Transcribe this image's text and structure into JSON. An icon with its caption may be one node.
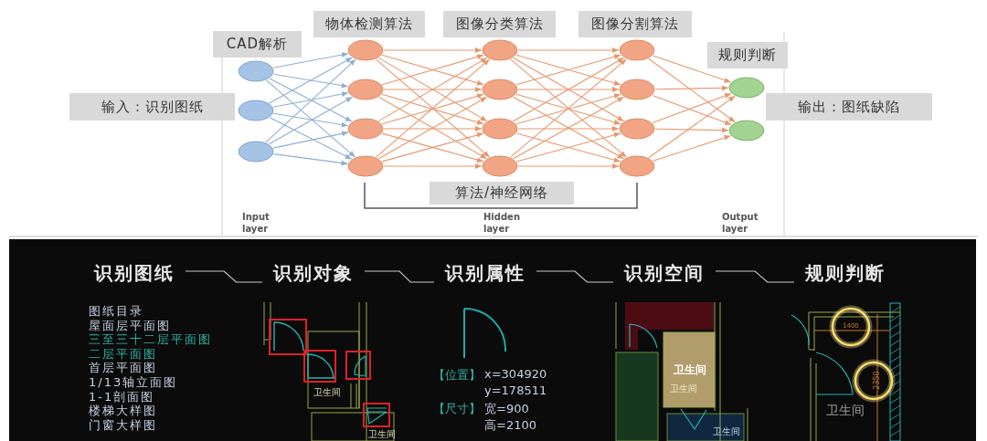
{
  "diagram": {
    "nodes": [
      {
        "text": [],
        "shape": "circle"
      },
      {
        "text": [],
        "shape": "circle"
      },
      {
        "text": [],
        "shape": "circle"
      },
      {
        "text": [],
        "shape": "circle"
      },
      {
        "text": [],
        "shape": "circle"
      },
      {
        "text": [],
        "shape": "circle"
      },
      {
        "text": [],
        "shape": "circle"
      },
      {
        "text": [],
        "shape": "circle"
      },
      {
        "text": [],
        "shape": "circle"
      },
      {
        "text": [],
        "shape": "circle"
      },
      {
        "text": [],
        "shape": "circle"
      },
      {
        "text": [],
        "shape": "circle"
      },
      {
        "text": [],
        "shape": "circle"
      },
      {
        "text": [],
        "shape": "circle"
      },
      {
        "text": [],
        "shape": "circle"
      },
      {
        "text": [],
        "shape": "circle"
      },
      {
        "text": [],
        "shape": "circle"
      },
      {
        "text": [
          "CAD解析"
        ]
      },
      {
        "text": [
          "物体检测算法"
        ]
      },
      {
        "text": [
          "图像分类算法"
        ]
      },
      {
        "text": [
          "图像分割算法"
        ]
      },
      {
        "text": [
          "规则判断"
        ]
      },
      {
        "text": [
          "输入：识别图纸"
        ]
      },
      {
        "text": [
          "输出：图纸缺陷"
        ]
      },
      {
        "text": [
          "算法/神经网络"
        ]
      },
      {
        "text": [
          "识别图纸"
        ]
      },
      {
        "text": [
          "识别对象"
        ]
      },
      {
        "text": [
          "识别属性"
        ]
      },
      {
        "text": [
          "识别空间"
        ]
      },
      {
        "text": [
          "规则判断"
        ]
      }
    ],
    "edges": [
      {
        "from": 0,
        "to": 3,
        "arrow": "to",
        "color": "#8eaed4"
      },
      {
        "from": 0,
        "to": 4,
        "arrow": "to",
        "color": "#8eaed4"
      },
      {
        "from": 0,
        "to": 5,
        "arrow": "to",
        "color": "#8eaed4"
      },
      {
        "from": 0,
        "to": 6,
        "arrow": "to",
        "color": "#8eaed4"
      },
      {
        "from": 1,
        "to": 3,
        "arrow": "to",
        "color": "#8eaed4"
      },
      {
        "from": 1,
        "to": 4,
        "arrow": "to",
        "color": "#8eaed4"
      },
      {
        "from": 1,
        "to": 5,
        "arrow": "to",
        "color": "#8eaed4"
      },
      {
        "from": 1,
        "to": 6,
        "arrow": "to",
        "color": "#8eaed4"
      },
      {
        "from": 2,
        "to": 3,
        "arrow": "to",
        "color": "#8eaed4"
      },
      {
        "from": 2,
        "to": 4,
        "arrow": "to",
        "color": "#8eaed4"
      },
      {
        "from": 2,
        "to": 5,
        "arrow": "to",
        "color": "#8eaed4"
      },
      {
        "from": 2,
        "to": 6,
        "arrow": "to",
        "color": "#8eaed4"
      },
      {
        "from": 3,
        "to": 7,
        "arrow": "to"
      },
      {
        "from": 3,
        "to": 8,
        "arrow": "to"
      },
      {
        "from": 3,
        "to": 9,
        "arrow": "to"
      },
      {
        "from": 3,
        "to": 10,
        "arrow": "to"
      },
      {
        "from": 4,
        "to": 7,
        "arrow": "to"
      },
      {
        "from": 4,
        "to": 8,
        "arrow": "to"
      },
      {
        "from": 4,
        "to": 9,
        "arrow": "to"
      },
      {
        "from": 4,
        "to": 10,
        "arrow": "to"
      },
      {
        "from": 5,
        "to": 7,
        "arrow": "to"
      },
      {
        "from": 5,
        "to": 8,
        "arrow": "to"
      },
      {
        "from": 5,
        "to": 9,
        "arrow": "to"
      },
      {
        "from": 5,
        "to": 10,
        "arrow": "to"
      },
      {
        "from": 6,
        "to": 7,
        "arrow": "to"
      },
      {
        "from": 6,
        "to": 8,
        "arrow": "to"
      },
      {
        "from": 6,
        "to": 9,
        "arrow": "to"
      },
      {
        "from": 6,
        "to": 10,
        "arrow": "to"
      },
      {
        "from": 7,
        "to": 11,
        "arrow": "to"
      },
      {
        "from": 7,
        "to": 12,
        "arrow": "to"
      },
      {
        "from": 7,
        "to": 13,
        "arrow": "to"
      },
      {
        "from": 7,
        "to": 14,
        "arrow": "to"
      },
      {
        "from": 8,
        "to": 11,
        "arrow": "to"
      },
      {
        "from": 8,
        "to": 12,
        "arrow": "to"
      },
      {
        "from": 8,
        "to": 13,
        "arrow": "to"
      },
      {
        "from": 8,
        "to": 14,
        "arrow": "to"
      },
      {
        "from": 9,
        "to": 11,
        "arrow": "to"
      },
      {
        "from": 9,
        "to": 12,
        "arrow": "to"
      },
      {
        "from": 9,
        "to": 13,
        "arrow": "to"
      },
      {
        "from": 9,
        "to": 14,
        "arrow": "to"
      },
      {
        "from": 10,
        "to": 11,
        "arrow": "to"
      },
      {
        "from": 10,
        "to": 12,
        "arrow": "to"
      },
      {
        "from": 10,
        "to": 13,
        "arrow": "to"
      },
      {
        "from": 10,
        "to": 14,
        "arrow": "to"
      },
      {
        "from": 11,
        "to": 15,
        "arrow": "to"
      },
      {
        "from": 11,
        "to": 16,
        "arrow": "to"
      },
      {
        "from": 12,
        "to": 15,
        "arrow": "to"
      },
      {
        "from": 12,
        "to": 16,
        "arrow": "to"
      },
      {
        "from": 13,
        "to": 15,
        "arrow": "to"
      },
      {
        "from": 13,
        "to": 16,
        "arrow": "to"
      },
      {
        "from": 14,
        "to": 15,
        "arrow": "to"
      },
      {
        "from": 14,
        "to": 16,
        "arrow": "to"
      },
      {
        "from": 25,
        "to": 26,
        "arrow": "none",
        "color": "#c8c8c8"
      },
      {
        "from": 26,
        "to": 27,
        "arrow": "none",
        "color": "#c8c8c8"
      },
      {
        "from": 27,
        "to": 28,
        "arrow": "none",
        "color": "#c8c8c8"
      },
      {
        "from": 28,
        "to": 29,
        "arrow": "none",
        "color": "#c8c8c8"
      }
    ],
    "labels": [
      "Input layer",
      "Hidden layer",
      "Output layer",
      "图纸目录",
      "屋面层平面图",
      "三至三十二层平面图",
      "二层平面图",
      "首层平面图",
      "1/13轴立面图",
      "1-1剖面图",
      "楼梯大样图",
      "门窗大样图",
      "卫生间",
      "卫生间",
      "【位置】",
      "x=304920",
      "y=178511",
      "【尺寸】",
      "宽=900",
      "高=2100",
      "卫生间",
      "卫生间",
      "卫生间",
      "1400",
      "2350",
      "卫生间"
    ]
  }
}
